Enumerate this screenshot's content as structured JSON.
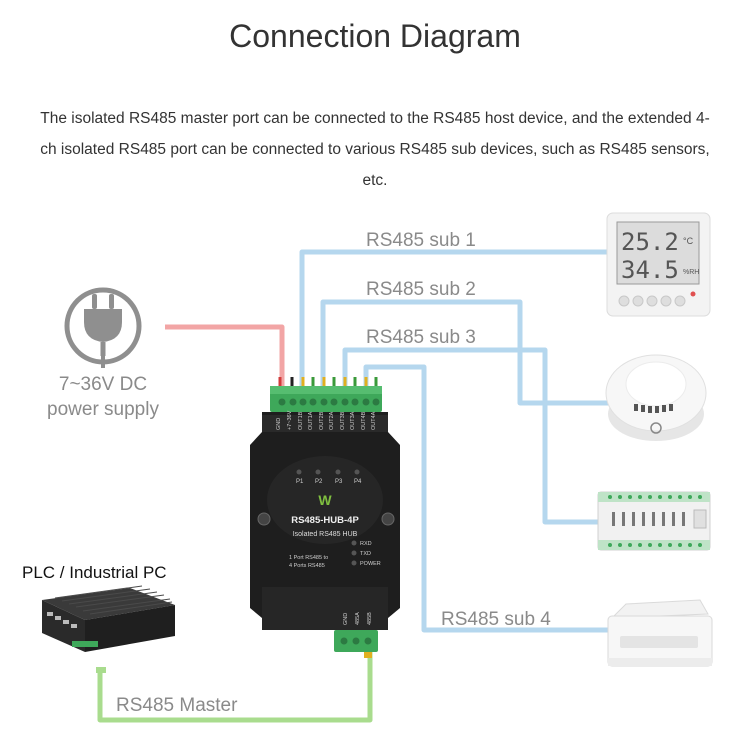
{
  "title": "Connection Diagram",
  "description": [
    "The isolated RS485 master port can be connected to the RS485 host device, and the extended 4-",
    "ch isolated RS485 port can be connected to various RS485 sub devices, such as RS485 sensors,",
    "etc."
  ],
  "power_label": [
    "7~36V DC",
    "power supply"
  ],
  "plc_label": "PLC / Industrial PC",
  "master_label": "RS485 Master",
  "sub_labels": [
    "RS485 sub 1",
    "RS485 sub 2",
    "RS485 sub 3",
    "RS485 sub 4"
  ],
  "hub": {
    "model": "RS485-HUB-4P",
    "subtitle": "Isolated RS485 HUB",
    "note": [
      "1 Port RS485 to",
      "4 Ports RS485"
    ],
    "leds": [
      "RXD",
      "TXD",
      "POWER"
    ],
    "port_leds": [
      "P1",
      "P2",
      "P3",
      "P4"
    ],
    "top_pins": [
      "GND",
      "+7~36V",
      "OUT1B",
      "OUT1A",
      "OUT2B",
      "OUT2A",
      "OUT3B",
      "OUT3A",
      "OUT4B",
      "OUT4A"
    ],
    "bottom_pins": [
      "GND",
      "485A",
      "485B"
    ],
    "logo": "W"
  },
  "display": {
    "temp": "25.2",
    "temp_unit": "°C",
    "hum": "34.5",
    "hum_unit": "%RH"
  },
  "colors": {
    "power_wire": "#f2a5a5",
    "sub_wire": "#b5d7ee",
    "master_wire": "#a9dc8e",
    "hub_body": "#1e1e1e",
    "terminal": "#3ea85a"
  }
}
